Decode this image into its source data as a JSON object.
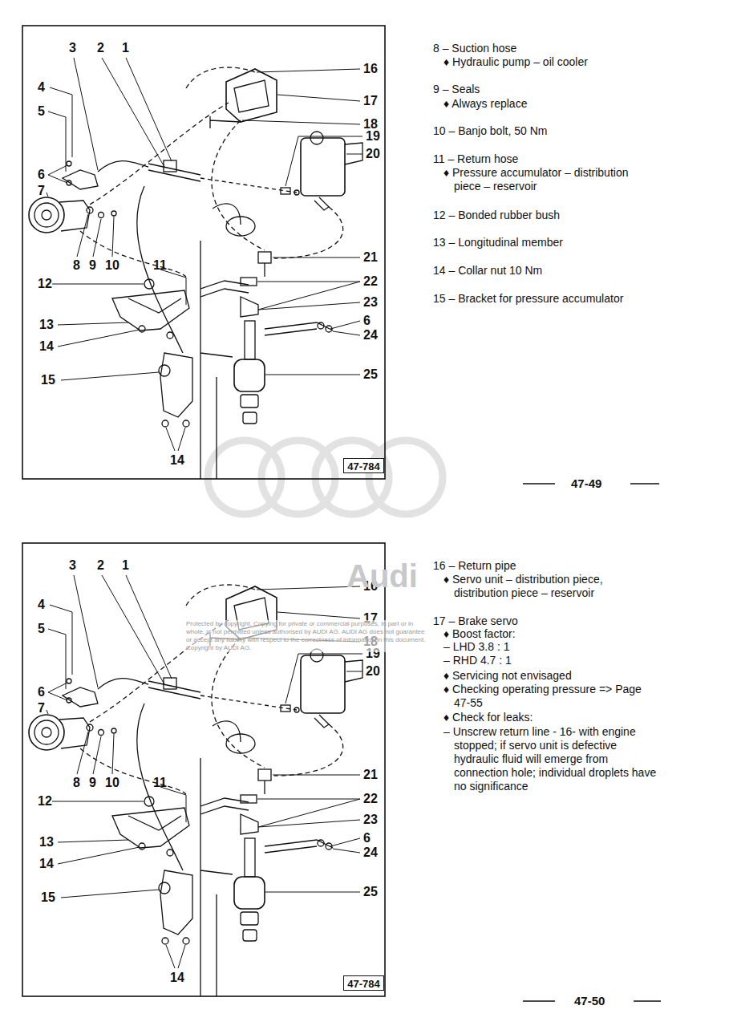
{
  "diagram": {
    "nodes": [
      {
        "text": [
          "47-784"
        ]
      },
      {
        "text": [
          "47-784"
        ]
      }
    ],
    "labels": [
      "3",
      "2",
      "1",
      "16",
      "4",
      "17",
      "5",
      "18",
      "19",
      "20",
      "6",
      "7",
      "8",
      "9",
      "10",
      "11",
      "21",
      "12",
      "22",
      "23",
      "13",
      "6",
      "14",
      "24",
      "15",
      "25",
      "14",
      "8 – Suction hose",
      "♦ Hydraulic pump – oil cooler",
      "9 – Seals",
      "♦ Always replace",
      "10 – Banjo bolt, 50 Nm",
      "11 – Return hose",
      "♦ Pressure accumulator – distribution piece – reservoir",
      "12 – Bonded rubber bush",
      "13 – Longitudinal member",
      "14 – Collar nut 10 Nm",
      "15 – Bracket for pressure accumulator",
      "47-49",
      "3",
      "2",
      "1",
      "16",
      "4",
      "17",
      "5",
      "18",
      "19",
      "20",
      "6",
      "7",
      "8",
      "9",
      "10",
      "11",
      "21",
      "12",
      "22",
      "23",
      "13",
      "6",
      "14",
      "24",
      "15",
      "25",
      "14",
      "16 – Return pipe",
      "♦ Servo unit – distribution piece, distribution piece – reservoir",
      "17 – Brake servo",
      "♦ Boost factor:",
      "– LHD 3.8 : 1",
      "– RHD 4.7 : 1",
      "♦ Servicing not envisaged",
      "♦ Checking operating pressure => Page 47-55",
      "♦ Check for leaks:",
      "– Unscrew return line - 16- with engine stopped; if servo unit is defective hydraulic fluid will emerge from connection hole; individual droplets have no significance",
      "47-50",
      "Audi",
      "Protected by copyright. Copying for private or commercial purposes, in part or in whole, is not permitted unless authorised by AUDI AG. AUDI AG does not guarantee or accept any liability with respect to the correctness of information in this document. Copyright by AUDI AG."
    ]
  }
}
